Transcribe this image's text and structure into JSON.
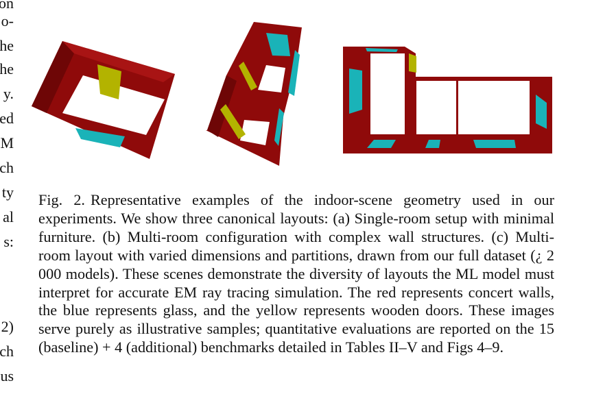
{
  "left_column_fragments": [
    {
      "id": "f1",
      "text": "on"
    },
    {
      "id": "f2",
      "text": "o-"
    },
    {
      "id": "f3",
      "text": "he"
    },
    {
      "id": "f4",
      "text": "he"
    },
    {
      "id": "f5",
      "text": "y."
    },
    {
      "id": "f6",
      "text": "ed"
    },
    {
      "id": "f7",
      "text": "M"
    },
    {
      "id": "f8",
      "text": "ch"
    },
    {
      "id": "f9",
      "text": "ty"
    },
    {
      "id": "f10",
      "text": "al"
    },
    {
      "id": "f11",
      "text": "s:"
    },
    {
      "id": "f12",
      "text": "2)"
    },
    {
      "id": "f13",
      "text": "ch"
    },
    {
      "id": "f14",
      "text": "us"
    }
  ],
  "colors": {
    "wall_red": "#8f0a0a",
    "wall_red_dark": "#6e0606",
    "wall_red_light": "#a81414",
    "glass_blue": "#1ab3b8",
    "door_yellow": "#b3b300"
  },
  "caption": {
    "label": "Fig. 2.",
    "text": "Representative examples of the indoor-scene geometry used in our experiments. We show three canonical layouts: (a) Single-room setup with minimal furniture. (b) Multi-room configuration with complex wall structures. (c) Multi-room layout with varied dimensions and partitions, drawn from our full dataset (¿ 2 000 models). These scenes demonstrate the diversity of layouts the ML model must interpret for accurate EM ray tracing simulation. The red represents concert walls, the blue represents glass, and the yellow represents wooden doors. These images serve purely as illustrative samples; quantitative evaluations are reported on the 15 (baseline) + 4 (additional) benchmarks detailed in Tables II–V and Figs 4–9."
  }
}
